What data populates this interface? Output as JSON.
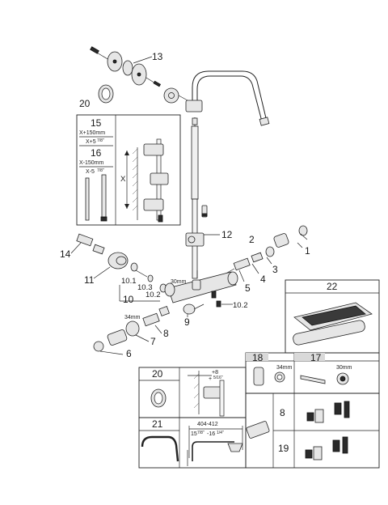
{
  "callouts": {
    "c1": "1",
    "c2": "2",
    "c3": "3",
    "c4": "4",
    "c5": "5",
    "c6": "6",
    "c7": "7",
    "c8": "8",
    "c9": "9",
    "c10": "10",
    "c10_1": "10.1",
    "c10_2": "10.2",
    "c10_2b": "10.2",
    "c10_3": "10.3",
    "c11": "11",
    "c12": "12",
    "c13": "13",
    "c14": "14",
    "c20": "20"
  },
  "dims": {
    "d30mm": "30mm",
    "d34mm": "34mm"
  },
  "inset_15_16": {
    "n15": "15",
    "l15a": "X+150mm",
    "l15b": "X+5",
    "l15b_frac": "7/8\"",
    "n16": "16",
    "l16a": "X-150mm",
    "l16b": "X-5",
    "l16b_frac": "7/8\"",
    "x_label": "X"
  },
  "panel_22": {
    "num": "22"
  },
  "panel_18": {
    "num": "18",
    "size": "34mm"
  },
  "panel_17": {
    "num": "17",
    "size": "30mm"
  },
  "panel_20": {
    "num": "20",
    "dim_a": "+8",
    "dim_b": "+",
    "dim_b_frac": "5/16\""
  },
  "panel_8": {
    "num": "8"
  },
  "panel_19": {
    "num": "19"
  },
  "panel_21": {
    "num": "21",
    "dim_a": "404-412",
    "dim_b": "15",
    "dim_b_frac1": "7/8\"",
    "dim_b_mid": "-16",
    "dim_b_frac2": "1/4\""
  }
}
